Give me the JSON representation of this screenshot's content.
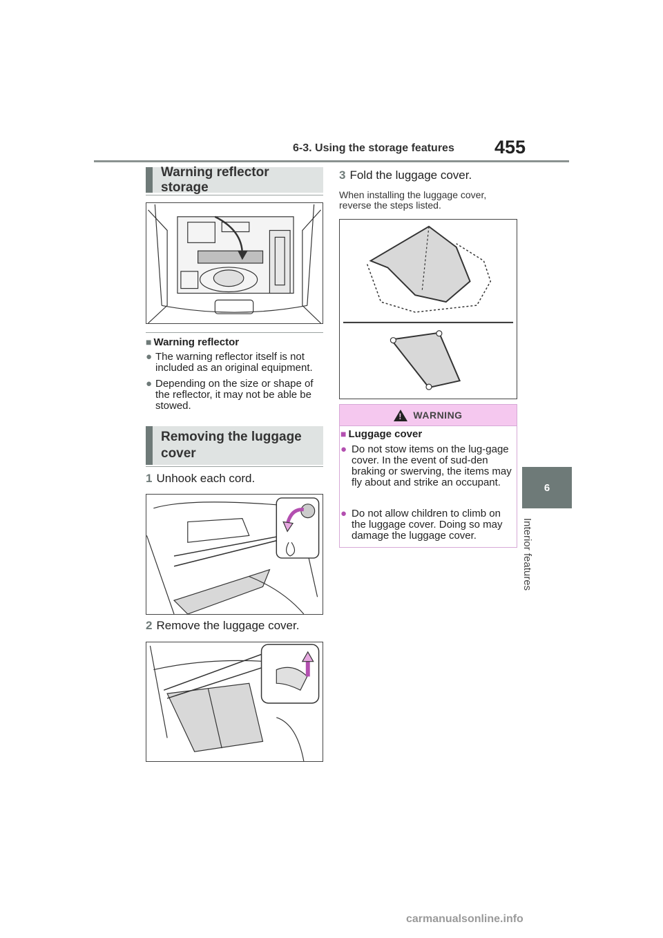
{
  "header": {
    "section_title": "6-3. Using the storage features",
    "page_number": "455"
  },
  "side_tab": {
    "chapter_number": "6",
    "chapter_title": "Interior features"
  },
  "section1": {
    "title": "Warning reflector storage",
    "subheading": "Warning reflector",
    "bullets": [
      "The warning reflector itself is not included as an original equipment.",
      "Depending on the size or shape of the reflector, it may not be able be stowed."
    ]
  },
  "section2": {
    "title_line1": "Removing the luggage",
    "title_line2": "cover",
    "steps": [
      {
        "num": "1",
        "text": "Unhook each cord."
      },
      {
        "num": "2",
        "text": "Remove the luggage cover."
      },
      {
        "num": "3",
        "text": "Fold the luggage cover."
      }
    ],
    "install_note": "When installing the luggage cover, reverse the steps listed."
  },
  "warning": {
    "title": "WARNING",
    "subheading": "Luggage cover",
    "bullets": [
      "Do not stow items on the lug-gage cover. In the event of sud-den braking or swerving, the items may fly about and strike an occupant.",
      "Do not allow children to climb on the luggage cover. Doing so may damage the luggage cover."
    ]
  },
  "watermark": "carmanualsonline.info",
  "colors": {
    "accent_gray": "#6e7a78",
    "section_bg": "#dfe3e2",
    "warning_pink": "#f5c8ef",
    "warning_bullet": "#b34fb0"
  }
}
